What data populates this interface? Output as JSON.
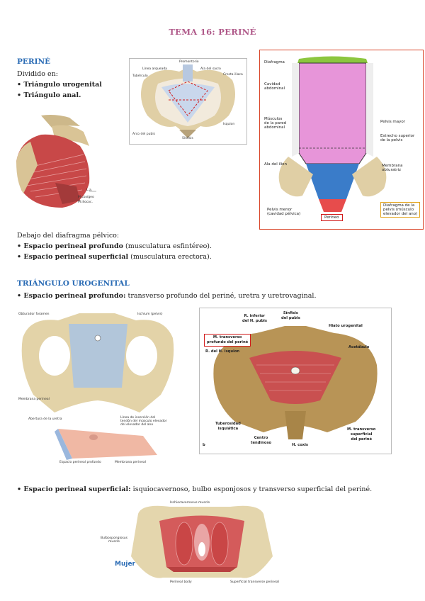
{
  "title": "TEMA 16: PERINÉ",
  "perine": {
    "heading": "PERINÉ",
    "intro": "Dividido en:",
    "items": [
      "• Triángulo urogenital",
      "• Triángulo anal."
    ],
    "below": "Debajo del diafragma pélvico:",
    "spaces": [
      {
        "bold": "• Espacio perineal profundo",
        "rest": " (musculatura esfintéreo)."
      },
      {
        "bold": "• Espacio perineal superficial",
        "rest": " (musculatura erectora)."
      }
    ]
  },
  "urogenital": {
    "heading": "TRIÁNGULO UROGENITAL",
    "deep": {
      "bold": "• Espacio perineal profundo:",
      "rest": " transverso profundo del periné, uretra y uretrovaginal."
    },
    "superficial": {
      "bold": "• Espacio perineal superficial:",
      "rest": " isquiocavernoso, bulbo esponjosos y transverso superficial del periné."
    }
  },
  "fig_pelvis_top": {
    "labels": [
      "Promontorio",
      "Línea arqueada",
      "Isquion",
      "Sínfisis",
      "Arco del pubis",
      "Ala del sacro",
      "Cresta iliaca",
      "Tubérculo"
    ]
  },
  "fig_cavity": {
    "labels": {
      "diafragma": "Diafragma",
      "cavidad": "Cavidad\nabdominal",
      "musculos": "Músculos\nde la pared\nabdominal",
      "ala": "Ala del ilion",
      "pelvis_mayor": "Pelvis mayor",
      "estrecho": "Estrecho superior\nde la pelvis",
      "membrana": "Membrana\nobturatriz",
      "pelvis_menor": "Pelvis menor\n(cavidad pélvica)",
      "perineo": "Perineo",
      "diafragma_pelvis": "Diafragma de la\npelvis (músculo\nelevador del ano)"
    }
  },
  "fig_deep": {
    "labels": {
      "obturador": "Obturador foramen",
      "isquion": "Ischium (pelvis)",
      "membrana": "Membrana perineal",
      "apertura": "Abertura de la uretra",
      "linea": "Línea de inserción del\ntendón del músculo elevador\ndel elevador del ano",
      "espacio": "Espacio perineal profundo",
      "membrana2": "Membrana perineal"
    }
  },
  "fig_transverse": {
    "labels": {
      "rinf": "R. inferior\ndel H. pubis",
      "sinfisis": "Sínfisis\ndel pubis",
      "hiato": "Hiato urogenital",
      "mtrans": "M. transverso\nprofundo del periné",
      "risq": "R. del H. isquion",
      "acetabulo": "Acetábulo",
      "tuberosidad": "Tuberosidad\nisquiática",
      "centro": "Centro\ntendinoso",
      "coxis": "H. coxis",
      "msup": "M. transverso\nsuperficial\ndel periné",
      "b": "b"
    }
  },
  "fig_superficial": {
    "labels": {
      "isquio": "Ischiocavernosus muscle",
      "bulbo": "Bulbospongiosus\nmuscle",
      "mujer": "Mujer",
      "perineal_body": "Perineal body",
      "sup_trans": "Superficial transverse perineal"
    }
  },
  "colors": {
    "title": "#b05a8a",
    "heading": "#2b6cb5",
    "muscle": "#c5494a",
    "bone": "#dcc79a",
    "membrane": "#a9c3e3"
  }
}
